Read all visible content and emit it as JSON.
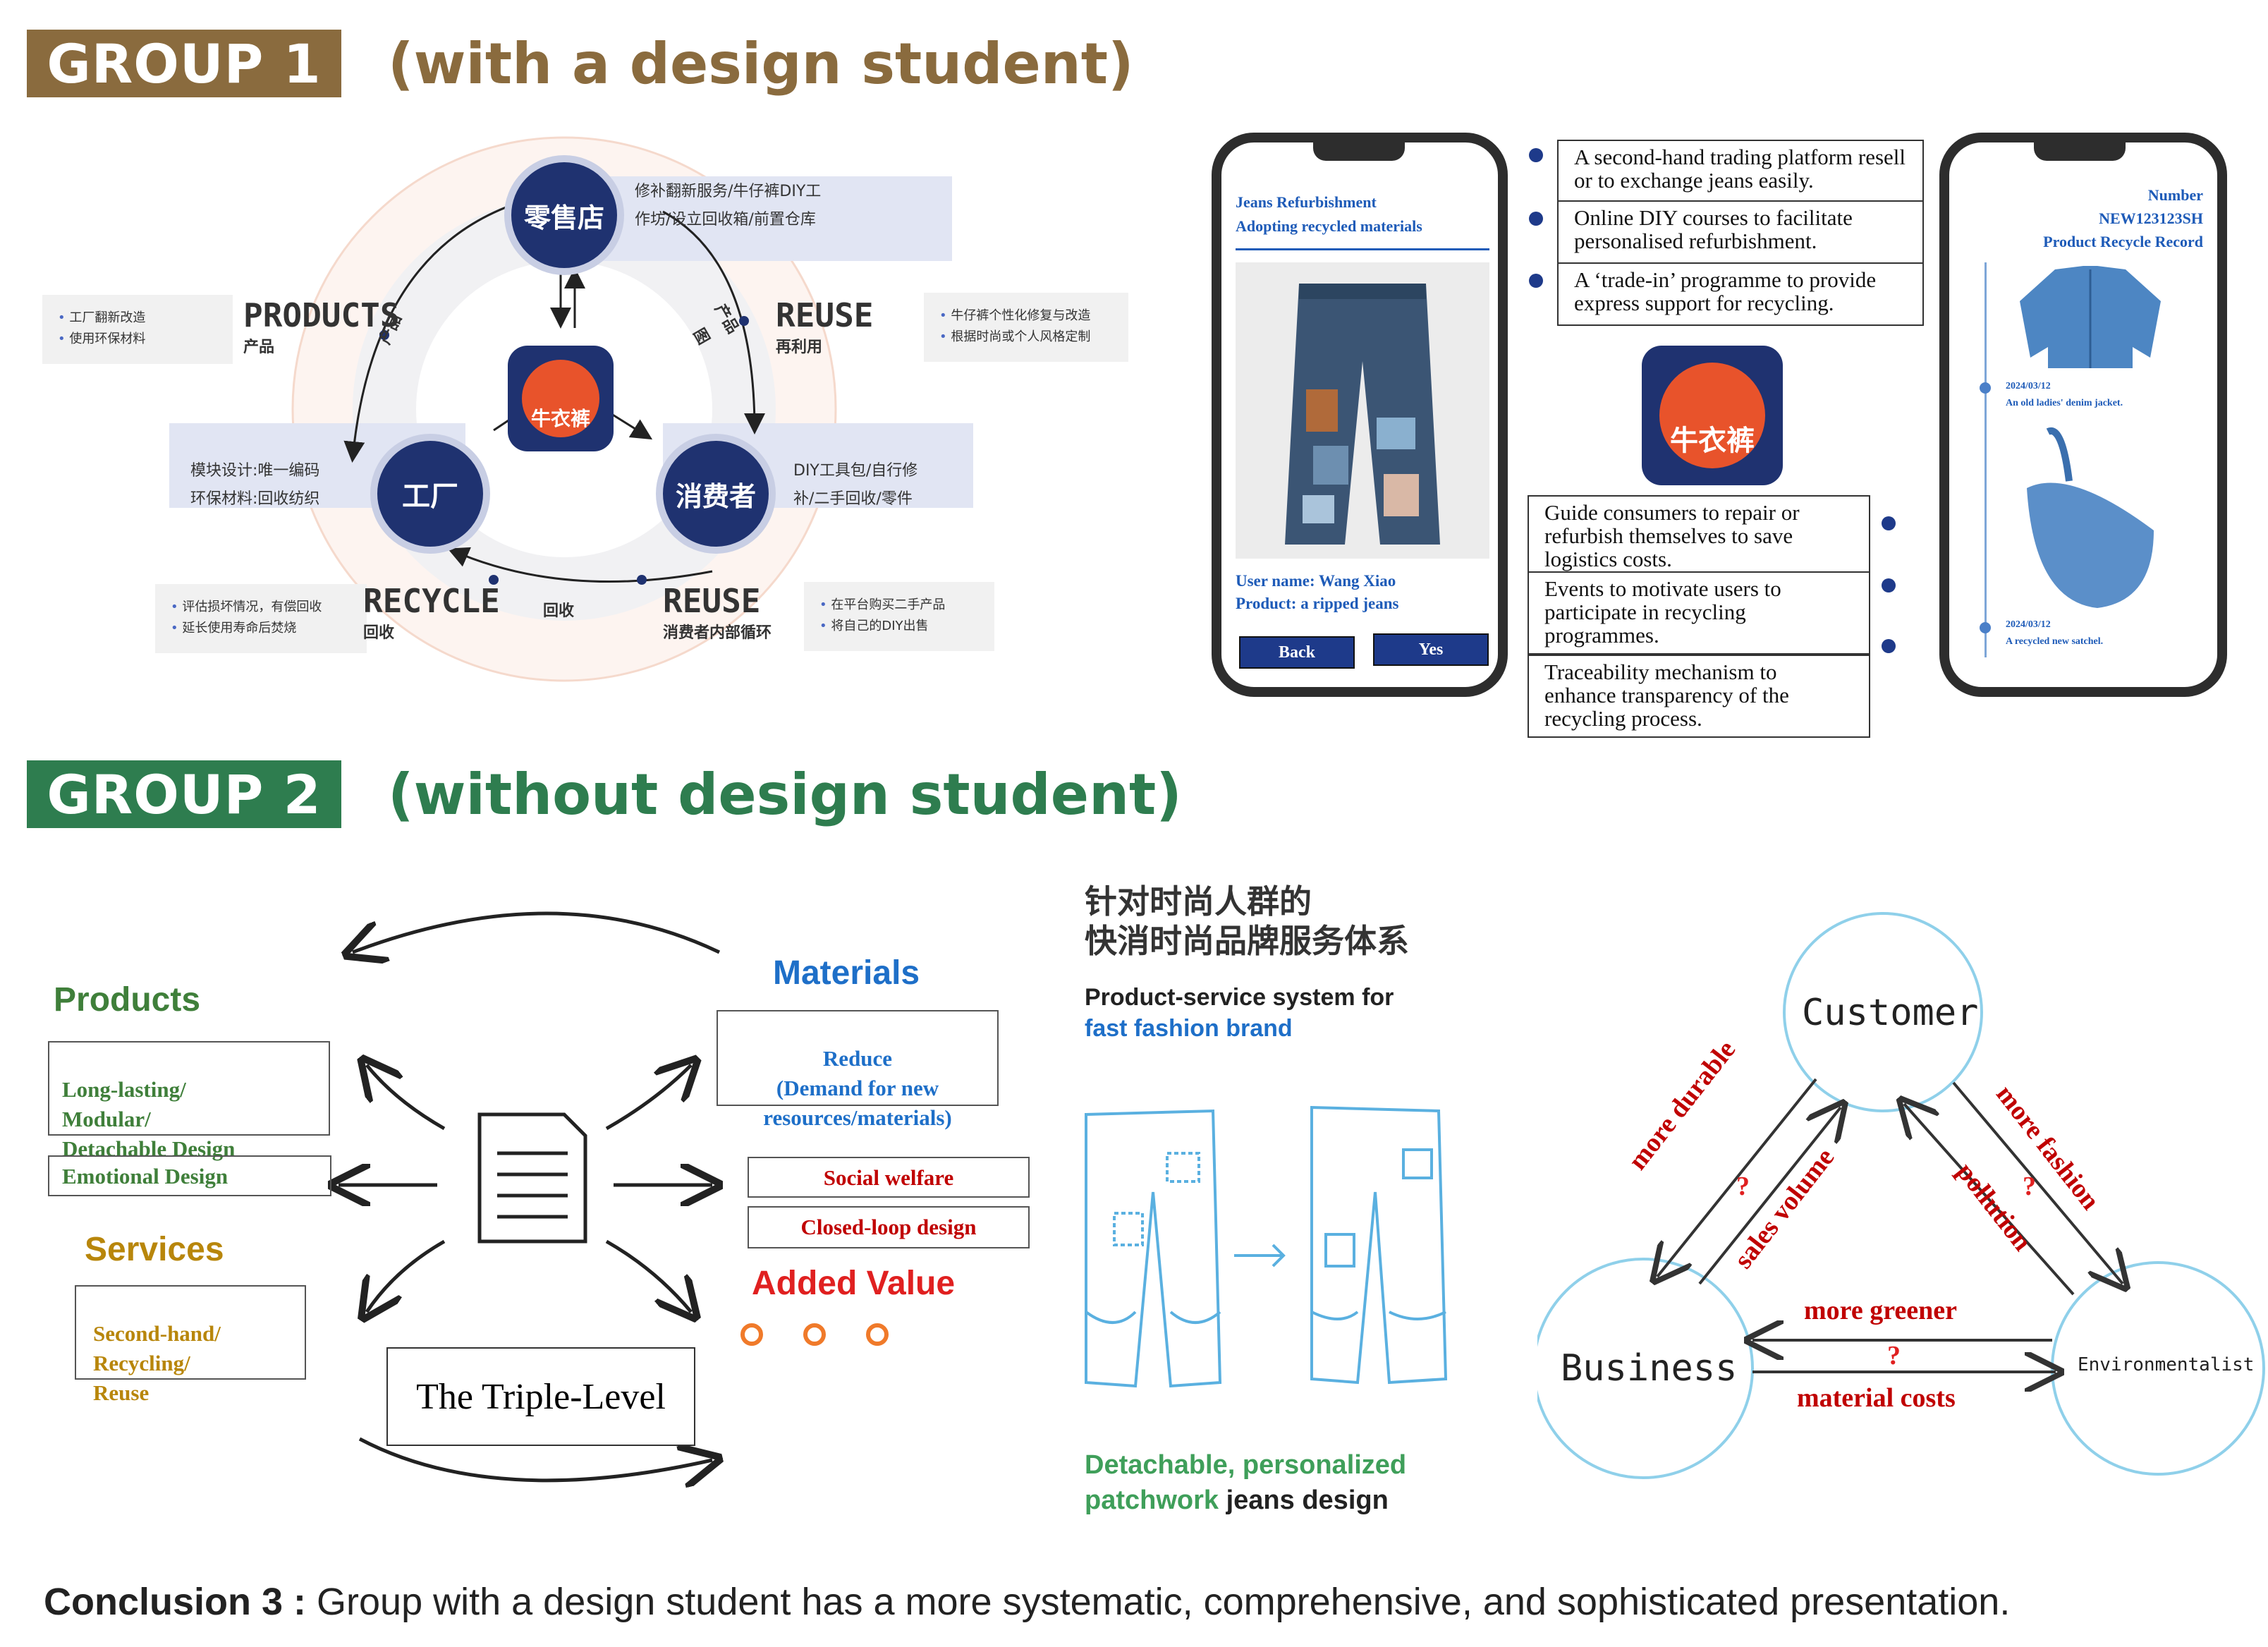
{
  "group1": {
    "badge": "GROUP 1",
    "subtitle": "(with a design student)",
    "badge_color": "#8a6b3e",
    "subtitle_color": "#8a6b3e",
    "cycle": {
      "center_logo_text": "牛衣裤",
      "retail": {
        "label": "零售店",
        "desc_line1": "修补翻新服务/牛仔裤DIY工",
        "desc_line2": "作坊/设立回收箱/前置仓库"
      },
      "factory": {
        "label": "工厂",
        "desc_line1": "模块设计:唯一编码",
        "desc_line2": "环保材料:回收纺织"
      },
      "consumer": {
        "label": "消费者",
        "desc_line1": "DIY工具包/自行修",
        "desc_line2": "补/二手回收/零件"
      },
      "products": {
        "en": "PRODUCTS",
        "cn": "产品",
        "note1": "工厂翻新改造",
        "note2": "使用环保材料"
      },
      "reuse_top": {
        "en": "REUSE",
        "cn": "再利用",
        "note1": "牛仔裤个性化修复与改造",
        "note2": "根据时尚或个人风格定制"
      },
      "recycle": {
        "en": "RECYCLE",
        "cn": "回收",
        "note1": "评估损坏情况，有偿回收",
        "note2": "延长使用寿命后焚烧"
      },
      "reuse_bottom": {
        "en": "REUSE",
        "cn": "消费者内部循环",
        "note1": "在平台购买二手产品",
        "note2": "将自己的DIY出售"
      },
      "arrow_products": "产品",
      "arrow_reuse": "产品",
      "arrow_reuse2": "图",
      "arrow_recycle": "回收"
    },
    "phone_left": {
      "line1": "Jeans Refurbishment",
      "line2": "Adopting recycled materials",
      "user": "User name: Wang Xiao",
      "product": "Product: a ripped jeans",
      "back": "Back",
      "yes": "Yes"
    },
    "features_top": [
      "A second-hand trading platform resell or to exchange jeans easily.",
      "Online DIY courses to facilitate personalised refurbishment.",
      "A ‘trade-in’ programme to provide express support for recycling."
    ],
    "logo_text": "牛衣裤",
    "features_bottom": [
      "Guide consumers to repair or refurbish themselves to save logistics costs.",
      "Events to motivate users to participate in recycling programmes.",
      "Traceability mechanism to enhance transparency of the recycling process."
    ],
    "phone_right": {
      "number_label": "Number",
      "number": "NEW123123SH",
      "title": "Product  Recycle  Record",
      "date1": "2024/03/12",
      "caption1": "An old ladies' denim jacket.",
      "date2": "2024/03/12",
      "caption2": "A recycled new satchel."
    }
  },
  "group2": {
    "badge": "GROUP 2",
    "subtitle": "(without design student)",
    "badge_color": "#2e7d4f",
    "subtitle_color": "#2e7d4f",
    "mind": {
      "products_title": "Products",
      "products_box1": "Long-lasting/\nModular/\nDetachable Design",
      "products_box2": "Emotional Design",
      "services_title": "Services",
      "services_box": "Second-hand/\nRecycling/\nReuse",
      "materials_title": "Materials",
      "materials_box": "Reduce\n(Demand for new\nresources/materials)",
      "social": "Social welfare",
      "closed": "Closed-loop design",
      "added_title": "Added Value",
      "center": "The Triple-Level"
    },
    "sketch": {
      "cn_line1": "针对时尚人群的",
      "cn_line2": "快消时尚品牌服务体系",
      "title_black": "Product-service system",
      "title_for": " for",
      "title_blue": "fast fashion brand",
      "caption_green1": "Detachable, personalized",
      "caption_green2": "patchwork",
      "caption_black": " jeans design"
    },
    "triangle": {
      "customer": "Customer",
      "business": "Business",
      "environmentalist": "Environmentalist",
      "more_durable": "more durable",
      "sales_volume": "sales volume",
      "more_fashion": "more fashion",
      "pollution": "pollution",
      "more_greener": "more greener",
      "material_costs": "material costs",
      "q": "?"
    }
  },
  "conclusion": {
    "bold": "Conclusion 3 :",
    "text": " Group with a design student has a more systematic, comprehensive, and sophisticated presentation."
  }
}
